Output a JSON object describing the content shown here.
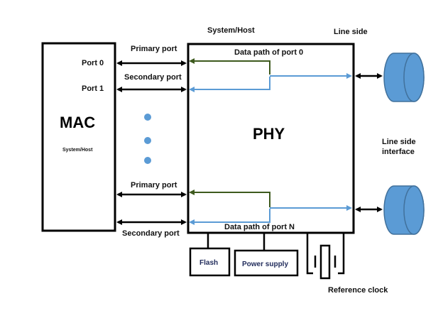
{
  "labels": {
    "system_host_top": "System/Host",
    "line_side_top": "Line side",
    "mac": "MAC",
    "mac_sub": "System/Host",
    "phy": "PHY",
    "port0": "Port 0",
    "port1": "Port 1",
    "primary_port_top": "Primary port",
    "secondary_port_top": "Secondary port",
    "primary_port_bottom": "Primary port",
    "secondary_port_bottom": "Secondary port",
    "data_path_port0": "Data path of port 0",
    "data_path_portN": "Data path of port N",
    "line_side_interface_1": "Line side",
    "line_side_interface_2": "interface",
    "flash": "Flash",
    "power_supply": "Power supply",
    "reference_clock": "Reference clock"
  },
  "colors": {
    "box_stroke": "#000000",
    "green_path": "#3e5a1e",
    "blue_path": "#5b9bd5",
    "dot_fill": "#5b9bd5",
    "cylinder_fill": "#5b9bd5",
    "cylinder_stroke": "#41719c"
  }
}
